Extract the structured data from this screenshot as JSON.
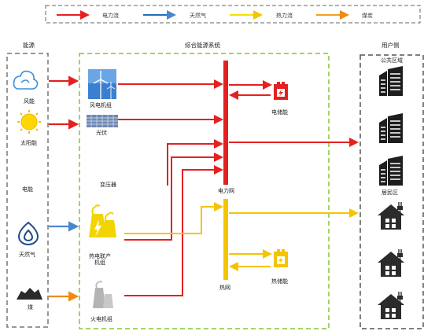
{
  "legend": {
    "electric": "电力流",
    "gas": "天然气",
    "heat": "热力流",
    "coal": "煤炭"
  },
  "sections": {
    "source": "能源",
    "system": "综合能源系统",
    "user": "用户侧"
  },
  "sources": {
    "wind": "风能",
    "solar": "太阳能",
    "power": "电能",
    "gas": "天然气",
    "coal": "煤"
  },
  "units": {
    "wind_turbine": "风电机组",
    "pv": "光伏",
    "transformer": "变压器",
    "chp": "热电联产\n机组",
    "thermal": "火电机组",
    "power_grid": "电力网",
    "heat_grid": "热网",
    "e_storage": "电储能",
    "h_storage": "热储能"
  },
  "users": {
    "public": "公共区域",
    "residential": "居民区"
  },
  "colors": {
    "electric": "#e52020",
    "gas": "#4a86d0",
    "heat": "#f5c400",
    "coal": "#f08a12",
    "frame_green": "#7dc832"
  }
}
